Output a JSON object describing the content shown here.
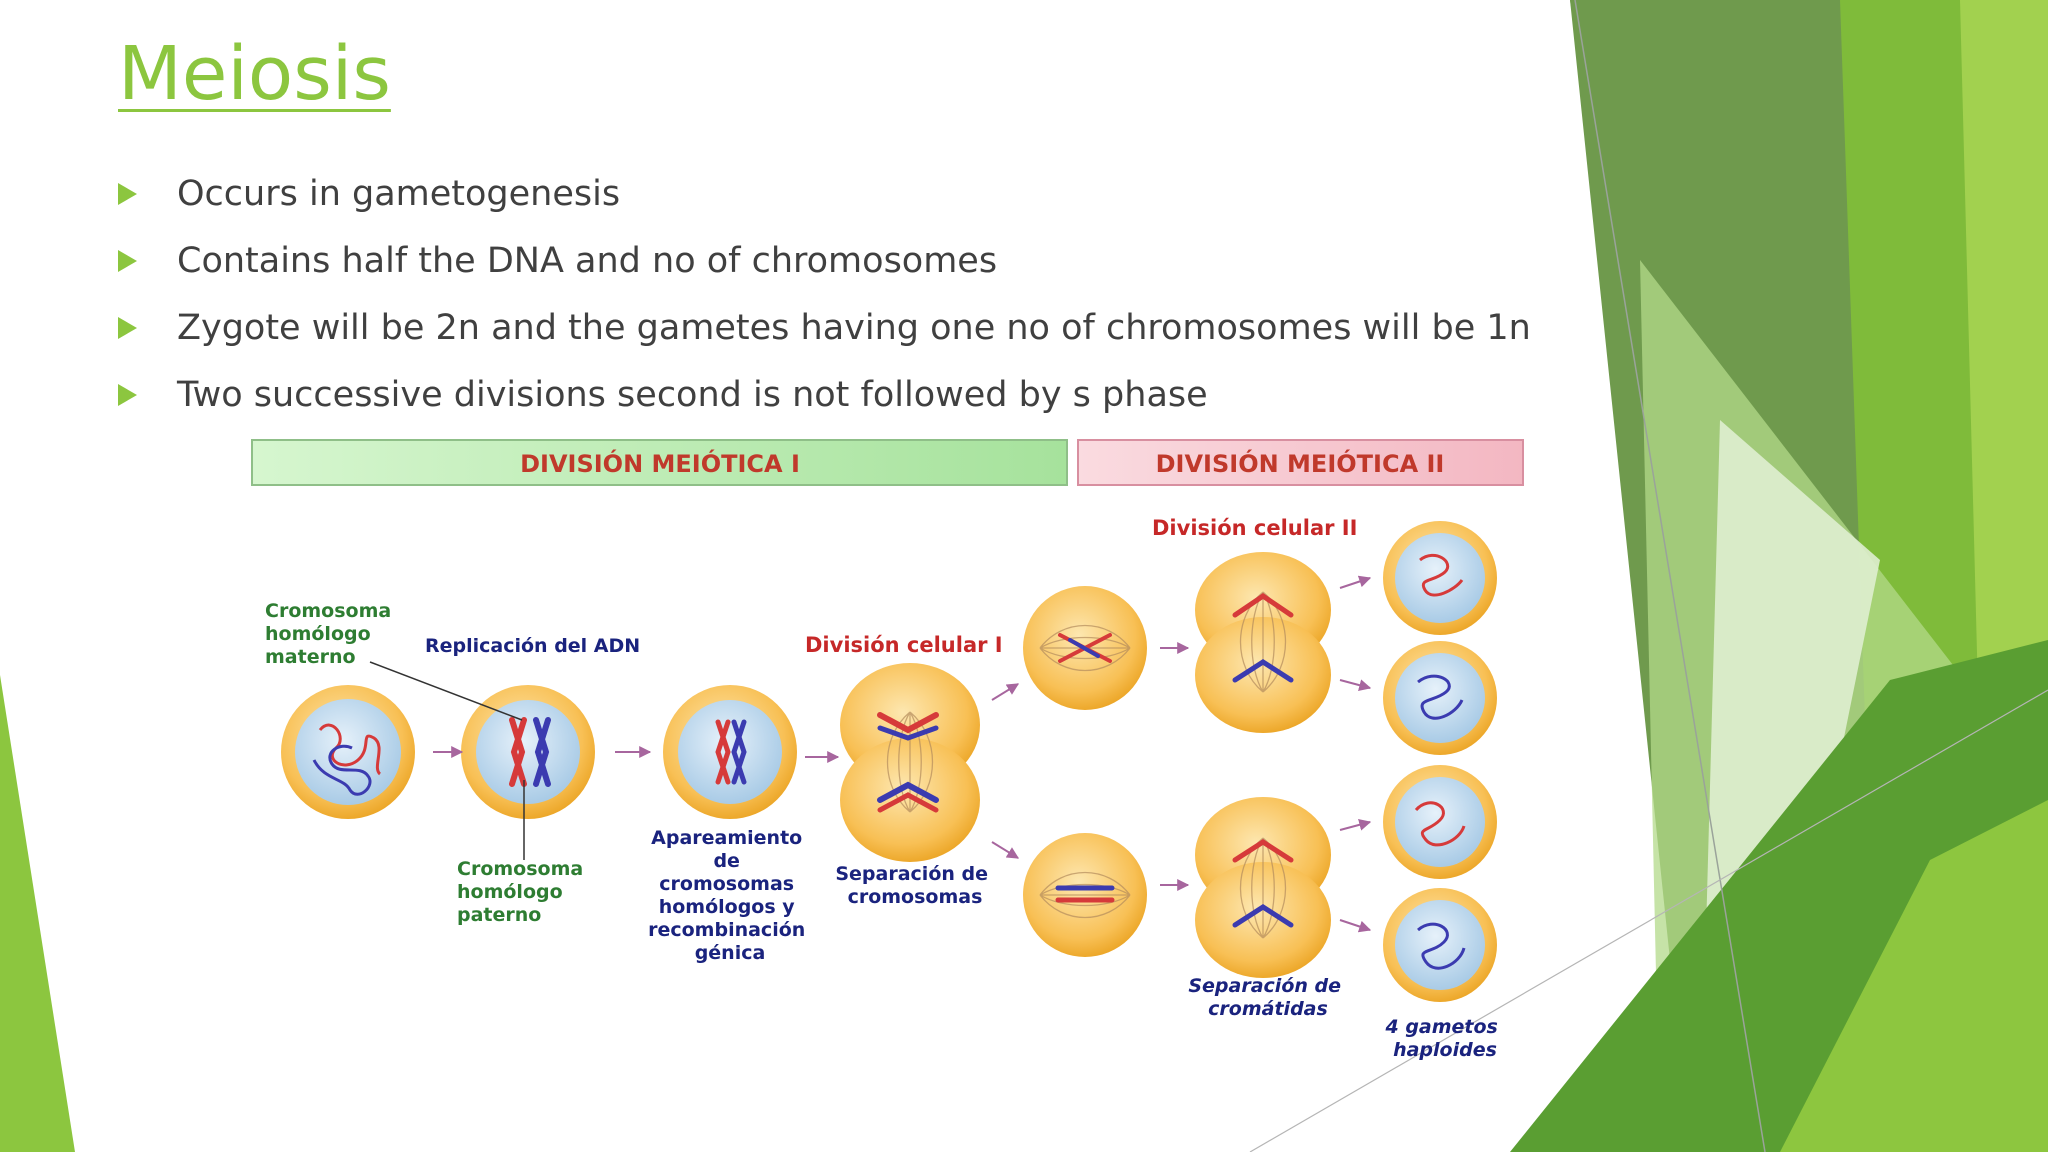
{
  "slide": {
    "title": "Meiosis",
    "bullets": [
      "Occurs in gametogenesis",
      "Contains half the DNA and no of chromosomes",
      "Zygote will be 2n and the gametes having one no of chromosomes will be 1n",
      "Two successive divisions second is not followed by s phase"
    ]
  },
  "diagram": {
    "banner_1": "DIVISIÓN MEIÓTICA I",
    "banner_2": "DIVISIÓN MEIÓTICA II",
    "labels": {
      "maternal_line1": "Cromosoma",
      "maternal_line2": "homólogo",
      "maternal_line3": "materno",
      "replication": "Replicación del ADN",
      "cell_division_1": "División celular I",
      "cell_division_2": "División celular II",
      "paternal_line1": "Cromosoma",
      "paternal_line2": "homólogo",
      "paternal_line3": "paterno",
      "pairing_line1": "Apareamiento",
      "pairing_line2": "de",
      "pairing_line3": "cromosomas",
      "pairing_line4": "homólogos y",
      "pairing_line5": "recombinación",
      "pairing_line6": "génica",
      "sep_chrom_line1": "Separación de",
      "sep_chrom_line2": "cromosomas",
      "sep_chromatids_line1": "Separación de",
      "sep_chromatids_line2": "cromátidas",
      "gametes_line1": "4 gametos",
      "gametes_line2": "haploides"
    },
    "colors": {
      "accent_green": "#8cc63f",
      "dark_green": "#6a9a40",
      "banner_green": "#b8ecb0",
      "banner_pink": "#f6c2cc",
      "banner_text": "#c0392b",
      "label_green": "#2e7d32",
      "label_navy": "#1a237e",
      "label_red": "#c62828",
      "cell_orange": "#f7b733",
      "nucleus_blue": "#bcd8ee"
    }
  }
}
